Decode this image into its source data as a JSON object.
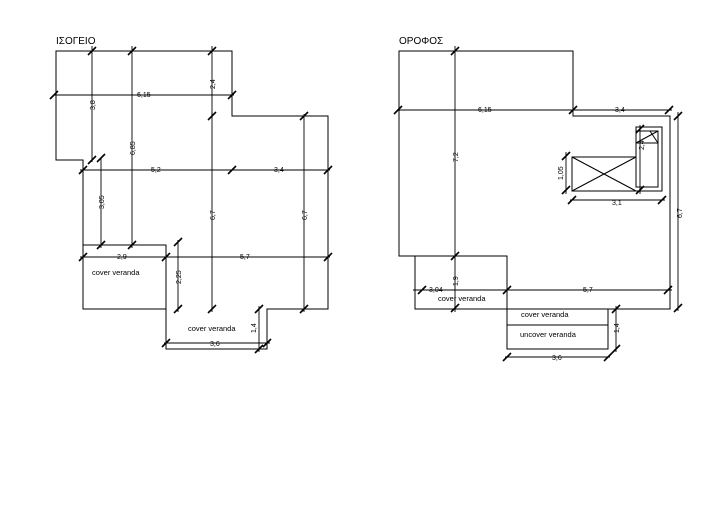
{
  "ground_floor": {
    "title": "ΙΣΟΓΕΙΟ",
    "dims": {
      "w615": "6,15",
      "h24": "2,4",
      "h38": "3,8",
      "h685": "6,85",
      "w52": "5,2",
      "w34": "3,4",
      "h305": "3,05",
      "h67a": "6,7",
      "h67b": "6,7",
      "w29": "2,9",
      "w57": "5,7",
      "h225": "2,25",
      "h14": "1,4",
      "w36": "3,6"
    },
    "labels": {
      "veranda_left": "cover veranda",
      "veranda_bottom": "cover veranda"
    }
  },
  "upper_floor": {
    "title": "ΟΡΟΦΟΣ",
    "dims": {
      "w615": "6,15",
      "w34": "3,4",
      "h72": "7,2",
      "h105": "1,05",
      "h24": "2,4",
      "w31": "3,1",
      "h67": "6,7",
      "h19": "1,9",
      "w304": "3,04",
      "w57": "5,7",
      "h14": "1,4",
      "w36": "3,6"
    },
    "labels": {
      "veranda_left": "cover veranda",
      "veranda_cover": "cover veranda",
      "veranda_uncover": "uncover veranda"
    }
  }
}
